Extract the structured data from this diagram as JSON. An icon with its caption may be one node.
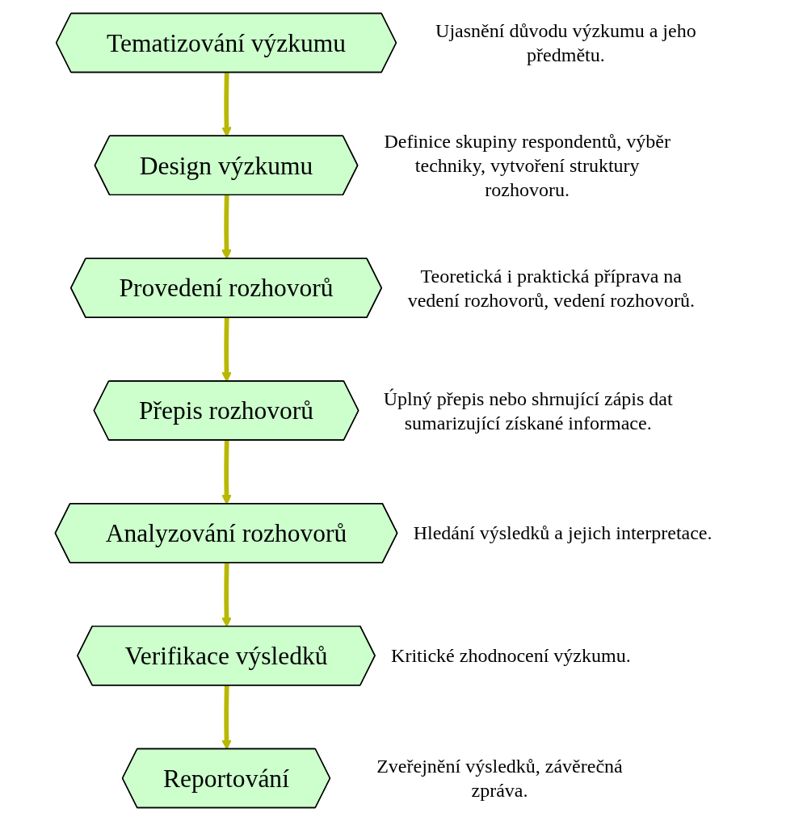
{
  "diagram": {
    "nodes": [
      {
        "text": [
          "Tematizování výzkumu"
        ],
        "beside": [
          "Ujasnění důvodu výzkumu a jeho předmětu."
        ]
      },
      {
        "text": [
          "Design výzkumu"
        ],
        "beside": [
          "Definice skupiny respondentů, výběr techniky, vytvoření struktury rozhovoru."
        ]
      },
      {
        "text": [
          "Provedení rozhovorů"
        ],
        "beside": [
          "Teoretická i praktická příprava na vedení rozhovorů, vedení rozhovorů."
        ]
      },
      {
        "text": [
          "Přepis rozhovorů"
        ],
        "beside": [
          "Úplný přepis nebo shrnující zápis dat sumarizující získané informace."
        ]
      },
      {
        "text": [
          "Analyzování rozhovorů"
        ],
        "beside": [
          "Hledání výsledků a jejich interpretace."
        ]
      },
      {
        "text": [
          "Verifikace výsledků"
        ],
        "beside": [
          "Kritické zhodnocení výzkumu."
        ]
      },
      {
        "text": [
          "Reportování"
        ],
        "beside": [
          "Zveřejnění výsledků, závěrečná zpráva."
        ]
      }
    ],
    "edges": [
      {
        "from": 0,
        "to": 1,
        "arrow": "to"
      },
      {
        "from": 1,
        "to": 2,
        "arrow": "to"
      },
      {
        "from": 2,
        "to": 3,
        "arrow": "to"
      },
      {
        "from": 3,
        "to": 4,
        "arrow": "to"
      },
      {
        "from": 4,
        "to": 5,
        "arrow": "to"
      },
      {
        "from": 5,
        "to": 6,
        "arrow": "to"
      }
    ]
  }
}
